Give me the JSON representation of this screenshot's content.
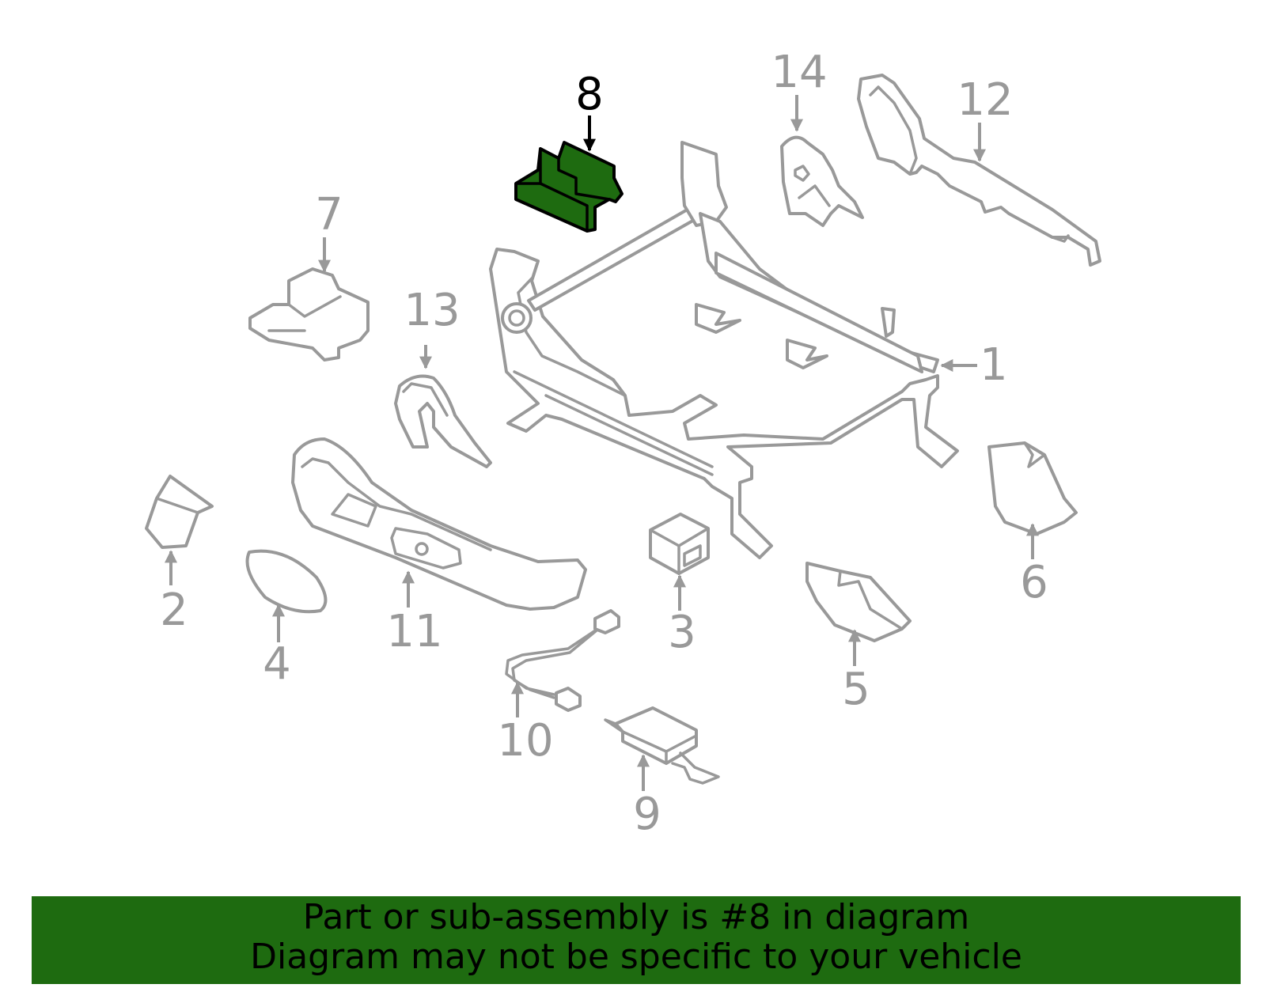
{
  "callouts": [
    "1",
    "2",
    "3",
    "4",
    "5",
    "6",
    "7",
    "8",
    "9",
    "10",
    "11",
    "12",
    "13",
    "14"
  ],
  "highlighted_part": "8",
  "colors": {
    "highlight": "#1e6b10",
    "part_stroke": "#999999",
    "banner_bg": "#1e6b10",
    "text_dark": "#000000"
  },
  "banner": {
    "line1": "Part or sub-assembly is #8 in diagram",
    "line2": "Diagram may not be specific to your vehicle"
  }
}
